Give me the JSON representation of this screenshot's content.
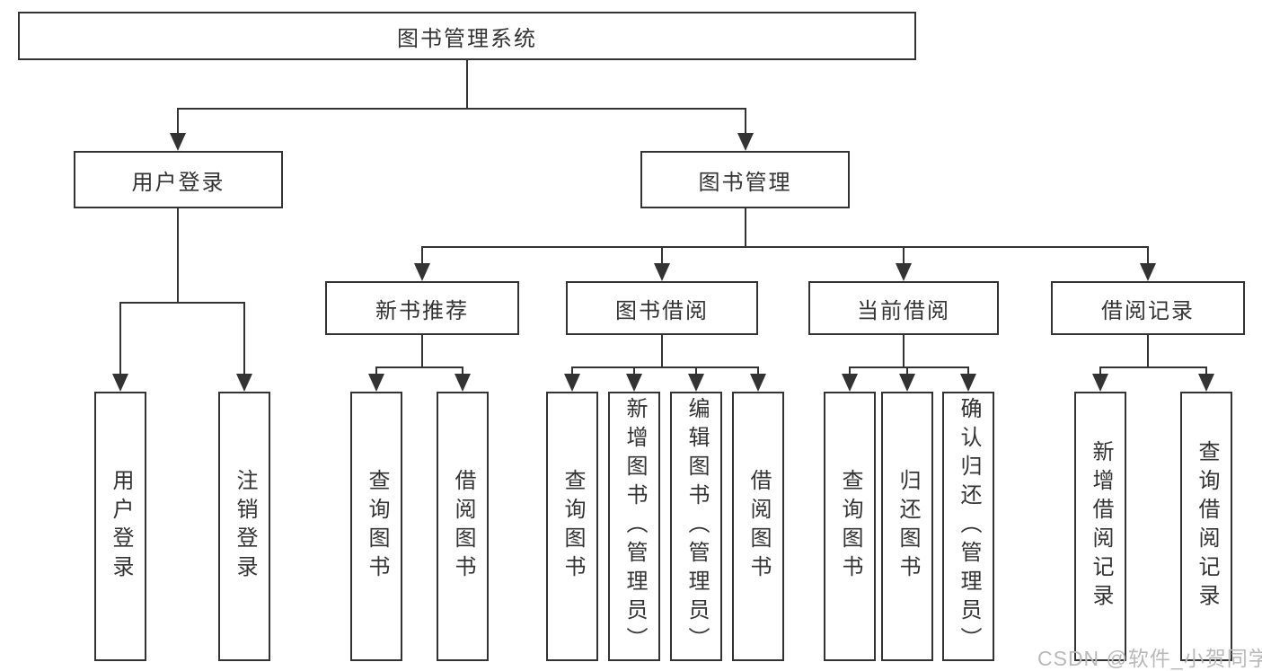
{
  "colors": {
    "line": "#333333",
    "box_border": "#333333",
    "text": "#333333",
    "background": "#ffffff",
    "watermark": "#b9b9b9"
  },
  "tree": {
    "root": {
      "label": "图书管理系统"
    },
    "branches": [
      {
        "label": "用户登录",
        "children": [
          {
            "label": "用户登录"
          },
          {
            "label": "注销登录"
          }
        ]
      },
      {
        "label": "图书管理",
        "children": [
          {
            "label": "新书推荐",
            "children": [
              {
                "label": "查询图书"
              },
              {
                "label": "借阅图书"
              }
            ]
          },
          {
            "label": "图书借阅",
            "children": [
              {
                "label": "查询图书"
              },
              {
                "label": "新增图书（管理员）"
              },
              {
                "label": "编辑图书（管理员）"
              },
              {
                "label": "借阅图书"
              }
            ]
          },
          {
            "label": "当前借阅",
            "children": [
              {
                "label": "查询图书"
              },
              {
                "label": "归还图书"
              },
              {
                "label": "确认归还（管理员）"
              }
            ]
          },
          {
            "label": "借阅记录",
            "children": [
              {
                "label": "新增借阅记录"
              },
              {
                "label": "查询借阅记录"
              }
            ]
          }
        ]
      }
    ]
  },
  "watermark": {
    "text": "CSDN @软件_小贺同学"
  }
}
